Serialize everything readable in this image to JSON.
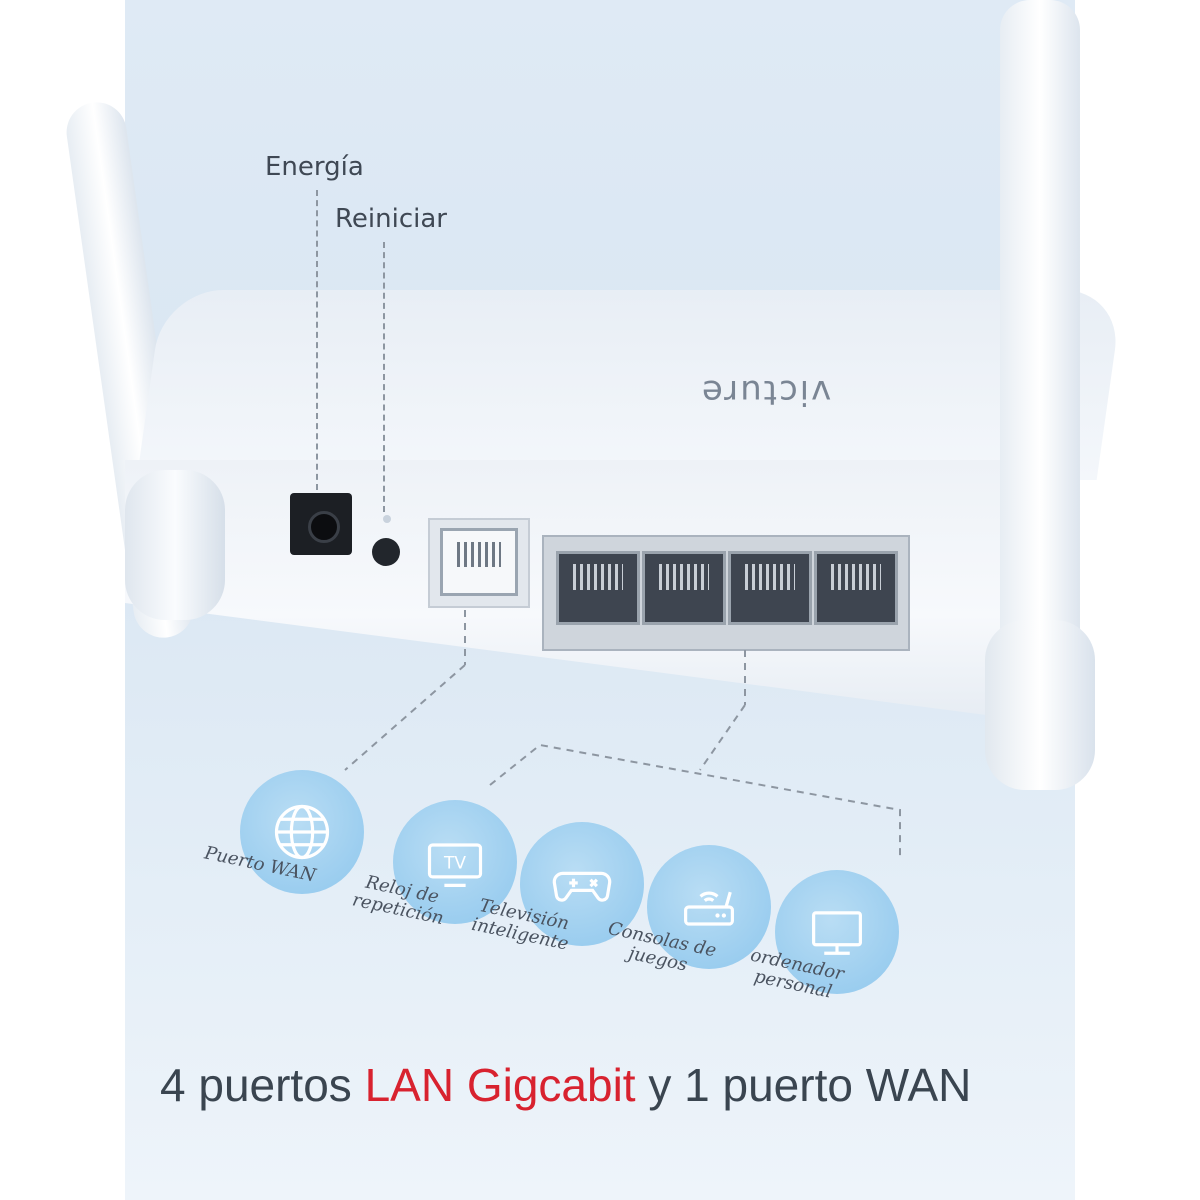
{
  "callouts": {
    "power": "Energía",
    "reset": "Reiniciar"
  },
  "device": {
    "brand": "victure"
  },
  "icons": [
    {
      "name": "globe-icon",
      "label": "Puerto WAN"
    },
    {
      "name": "tv-icon",
      "label": "Reloj de repetición"
    },
    {
      "name": "gamepad-icon",
      "label": "Televisión inteligente"
    },
    {
      "name": "router-icon",
      "label": "Consolas de juegos"
    },
    {
      "name": "monitor-icon",
      "label": "ordenador personal"
    }
  ],
  "headline": {
    "part1": "4 puertos ",
    "highlight": "LAN Gigcabit",
    "part2": " y 1 puerto WAN"
  },
  "colors": {
    "accent": "#d8222f",
    "icon_circle": "#a6d3f1",
    "text": "#3a4550"
  }
}
